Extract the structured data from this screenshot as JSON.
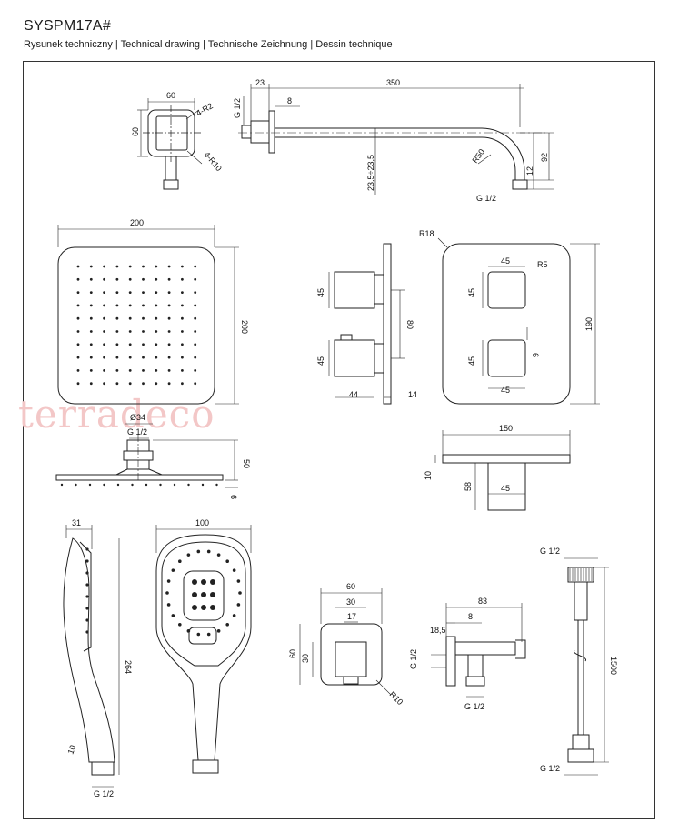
{
  "header": {
    "title": "SYSPM17A#",
    "subtitle": "Rysunek techniczny | Technical drawing | Technische Zeichnung | Dessin technique"
  },
  "watermark": "terradeco",
  "dims": {
    "wall_plate": {
      "w": "60",
      "h": "60",
      "r_small": "4-R2",
      "r_large": "4-R10"
    },
    "arm": {
      "g_top": "G 1/2",
      "len23": "23",
      "len350": "350",
      "len8": "8",
      "r50": "R50",
      "h_range": "23,5÷23,5",
      "h12": "12",
      "h92": "92",
      "g_bottom": "G 1/2"
    },
    "head_top": {
      "w": "200",
      "h": "200"
    },
    "head_side": {
      "d34": "Ø34",
      "g": "G 1/2",
      "h50": "50",
      "t6": "6"
    },
    "mixer_side": {
      "h45a": "45",
      "h45b": "45",
      "d80": "80",
      "w44": "44",
      "w14": "14"
    },
    "mixer_front": {
      "r18": "R18",
      "w45a": "45",
      "r5": "R5",
      "h45a": "45",
      "h190": "190",
      "g6": "6",
      "h45b": "45",
      "w45b": "45"
    },
    "mixer_plan": {
      "w150": "150",
      "t10": "10",
      "d58": "58",
      "w45": "45"
    },
    "hand_side": {
      "w31": "31",
      "len264": "264",
      "d10": "10",
      "g": "G 1/2"
    },
    "hand_front": {
      "w100": "100"
    },
    "bracket_front": {
      "w60": "60",
      "w30": "30",
      "w17": "17",
      "h60": "60",
      "h30": "30",
      "r10": "R10"
    },
    "bracket_side": {
      "w83": "83",
      "w18": "18,5",
      "w8": "8",
      "g_left": "G 1/2",
      "g_bottom": "G 1/2"
    },
    "hose": {
      "g_top": "G 1/2",
      "len": "1500",
      "g_bottom": "G 1/2"
    }
  }
}
